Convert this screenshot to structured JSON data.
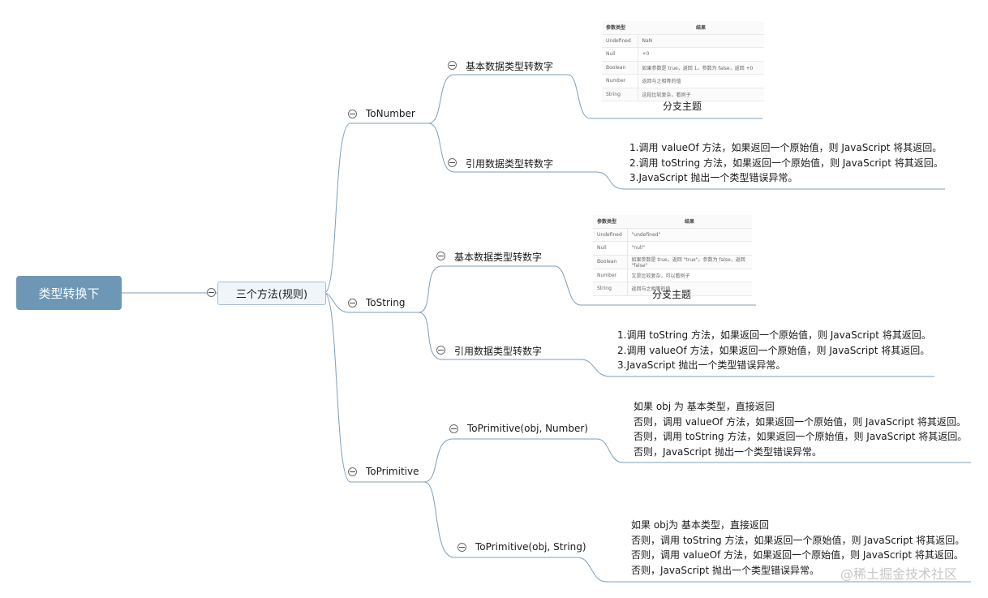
{
  "root": {
    "title": "类型转换下"
  },
  "hub": {
    "title": "三个方法(规则)"
  },
  "branches": [
    {
      "title": "ToNumber",
      "children": [
        {
          "title": "基本数据类型转数字",
          "table": {
            "headers": [
              "参数类型",
              "结果"
            ],
            "rows": [
              [
                "Undefined",
                "NaN"
              ],
              [
                "Null",
                "+0"
              ],
              [
                "Boolean",
                "如果参数是 true，返回 1。参数为 false，返回 +0"
              ],
              [
                "Number",
                "返回与之相等的值"
              ],
              [
                "String",
                "这段比较复杂，看例子"
              ]
            ],
            "caption": "分支主题"
          }
        },
        {
          "title": "引用数据类型转数字",
          "notes": [
            "1.调用 valueOf 方法，如果返回一个原始值，则 JavaScript 将其返回。",
            "2.调用 toString 方法，如果返回一个原始值，则 JavaScript 将其返回。",
            "3.JavaScript 抛出一个类型错误异常。"
          ]
        }
      ]
    },
    {
      "title": "ToString",
      "children": [
        {
          "title": "基本数据类型转数字",
          "table": {
            "headers": [
              "参数类型",
              "结果"
            ],
            "rows": [
              [
                "Undefined",
                "\"undefined\""
              ],
              [
                "Null",
                "\"null\""
              ],
              [
                "Boolean",
                "如果参数是 true，返回 \"true\"。参数为 false，返回 \"false\""
              ],
              [
                "Number",
                "又是比较复杂，可以看例子"
              ],
              [
                "String",
                "返回与之相等的值"
              ]
            ],
            "caption": "分支主题"
          }
        },
        {
          "title": "引用数据类型转数字",
          "notes": [
            "1.调用 toString 方法，如果返回一个原始值，则 JavaScript 将其返回。",
            "2.调用 valueOf 方法，如果返回一个原始值，则 JavaScript 将其返回。",
            "3.JavaScript 抛出一个类型错误异常。"
          ]
        }
      ]
    },
    {
      "title": "ToPrimitive",
      "children": [
        {
          "title": "ToPrimitive(obj, Number)",
          "notes": [
            "如果 obj 为 基本类型，直接返回",
            "否则，调用 valueOf 方法，如果返回一个原始值，则 JavaScript 将其返回。",
            "否则，调用 toString 方法，如果返回一个原始值，则 JavaScript 将其返回。",
            "否则，JavaScript 抛出一个类型错误异常。"
          ]
        },
        {
          "title": "ToPrimitive(obj, String)",
          "notes": [
            "如果 obj为 基本类型，直接返回",
            "否则，调用 toString 方法，如果返回一个原始值，则 JavaScript 将其返回。",
            "否则，调用 valueOf 方法，如果返回一个原始值，则 JavaScript 将其返回。",
            "否则，JavaScript 抛出一个类型错误异常。"
          ]
        }
      ]
    }
  ],
  "watermark": "@稀土掘金技术社区",
  "colors": {
    "root_fill": "#6e97b5",
    "hub_fill": "#f0f5fa",
    "edge": "#7d9fba"
  }
}
